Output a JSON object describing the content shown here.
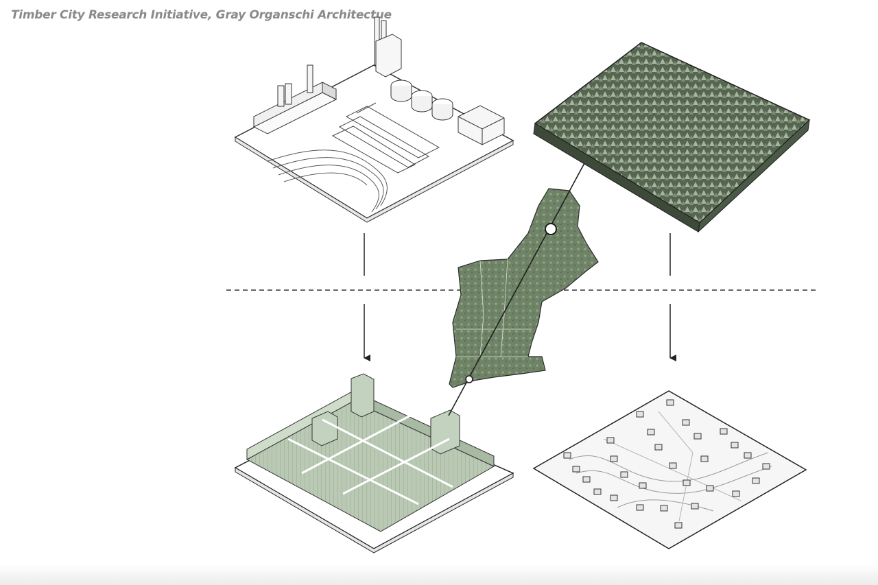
{
  "caption": {
    "text": "Timber City Research Initiative, Gray Organschi Architectue"
  },
  "colors": {
    "forest_dark": "#4f5e4a",
    "forest_light": "#9fb09a",
    "building_green": "#b9c9b4",
    "region_green": "#6f8366",
    "line": "#222222",
    "caption_gray": "#8a8a8a"
  },
  "panels": [
    {
      "id": "industrial-plant",
      "icon": "factory-icon"
    },
    {
      "id": "forest",
      "icon": "forest-icon"
    },
    {
      "id": "dense-city",
      "icon": "city-blocks-icon"
    },
    {
      "id": "suburb",
      "icon": "houses-icon"
    }
  ]
}
